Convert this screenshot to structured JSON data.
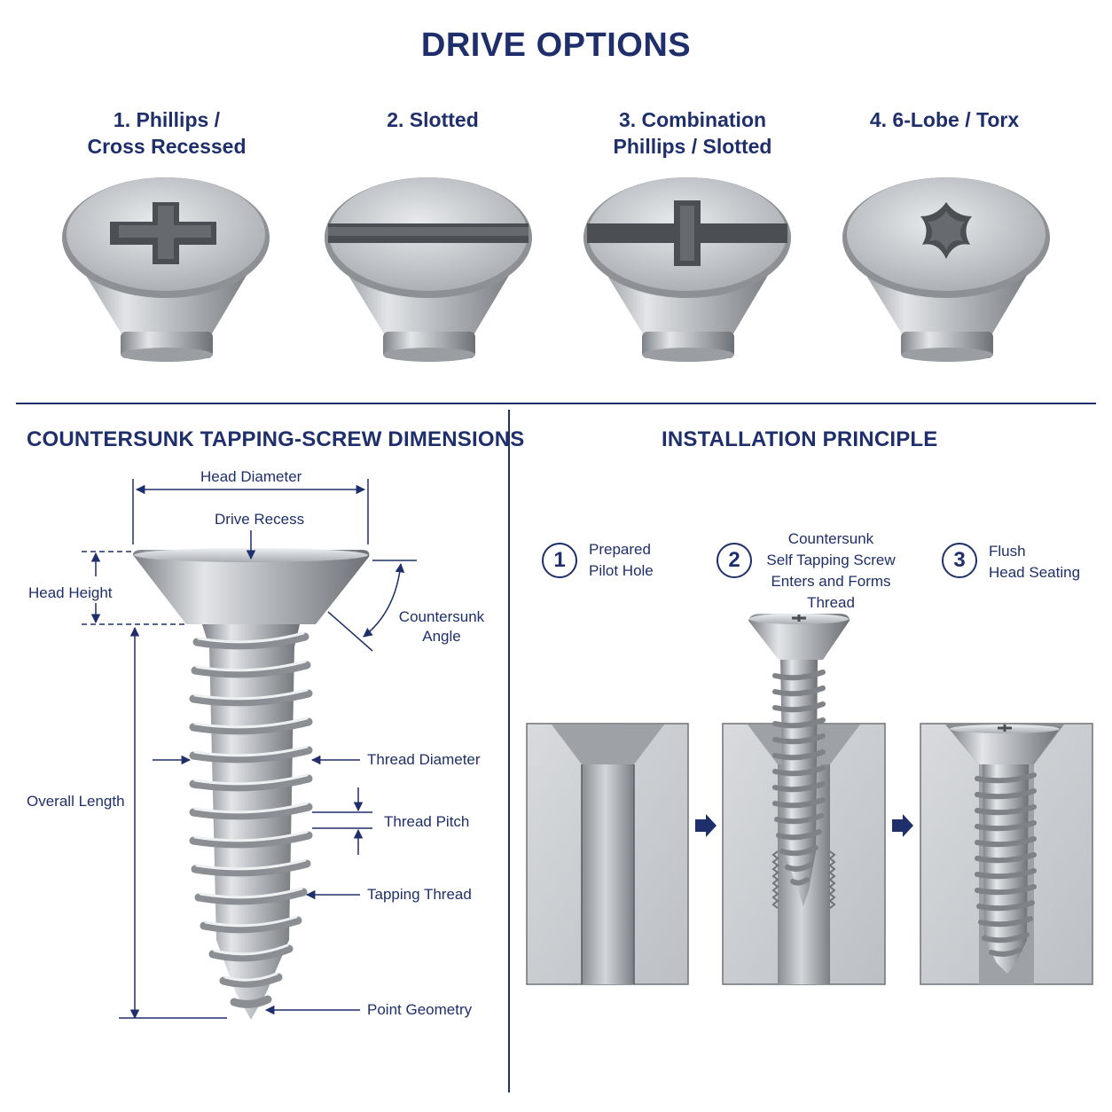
{
  "page": {
    "title": "DRIVE OPTIONS"
  },
  "drive_options": [
    {
      "label": "1. Phillips /\nCross Recessed"
    },
    {
      "label": "2. Slotted"
    },
    {
      "label": "3. Combination\nPhillips / Slotted"
    },
    {
      "label": "4. 6-Lobe / Torx"
    }
  ],
  "dimensions": {
    "title": "COUNTERSUNK TAPPING-SCREW DIMENSIONS",
    "labels": {
      "head_diameter": "Head Diameter",
      "drive_recess": "Drive Recess",
      "head_height": "Head Height",
      "countersunk_angle": "Countersunk\nAngle",
      "overall_length": "Overall Length",
      "thread_diameter": "Thread Diameter",
      "thread_pitch": "Thread Pitch",
      "tapping_thread": "Tapping Thread",
      "point_geometry": "Point Geometry"
    }
  },
  "installation": {
    "title": "INSTALLATION PRINCIPLE",
    "steps": [
      {
        "number": "1",
        "text": "Prepared\nPilot Hole"
      },
      {
        "number": "2",
        "text": "Countersunk\nSelf Tapping Screw\nEnters and Forms Thread"
      },
      {
        "number": "3",
        "text": "Flush\nHead Seating"
      }
    ]
  },
  "colors": {
    "navy": "#1f2f6b",
    "steel": "#b9bcc0",
    "steel_dark": "#6f7378",
    "block": "#cfd2d5"
  }
}
